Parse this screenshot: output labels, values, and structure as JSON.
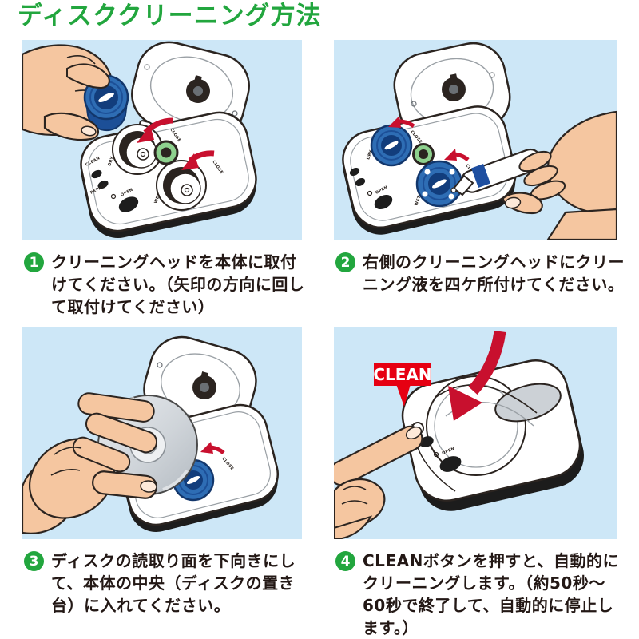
{
  "title": "ディスククリーニング方法",
  "steps": [
    {
      "number": "1",
      "text": "クリーニングヘッドを本体に取付けてください。（矢印の方向に回して取付けてください）"
    },
    {
      "number": "2",
      "text": "右側のクリーニングヘッドにクリーニング液を四ケ所付けてください。"
    },
    {
      "number": "3",
      "text": "ディスクの読取り面を下向きにして、本体の中央（ディスクの置き台）に入れてください。"
    },
    {
      "number": "4",
      "text": "CLEANボタンを押すと、自動的にクリーニングします。（約50秒～60秒で終了して、自動的に停止します。）"
    }
  ],
  "callout": {
    "clean": "CLEAN"
  },
  "device_labels": {
    "dry": "DRY",
    "wet": "WET",
    "close": "CLOSE",
    "open": "OPEN",
    "clean": "CLEAN",
    "repair": "REPAIR"
  },
  "colors": {
    "green": "#22a63e",
    "panel_blue": "#cde7f7",
    "text_black": "#231815",
    "arrow_red": "#c8102e",
    "clean_red": "#e60012",
    "head_blue": "#2e6db4",
    "head_blue_dark": "#123d7c",
    "ring_green": "#8ed18e",
    "skin": "#f5c6a0",
    "nail": "#fde9d9",
    "outline": "#2b2420"
  }
}
